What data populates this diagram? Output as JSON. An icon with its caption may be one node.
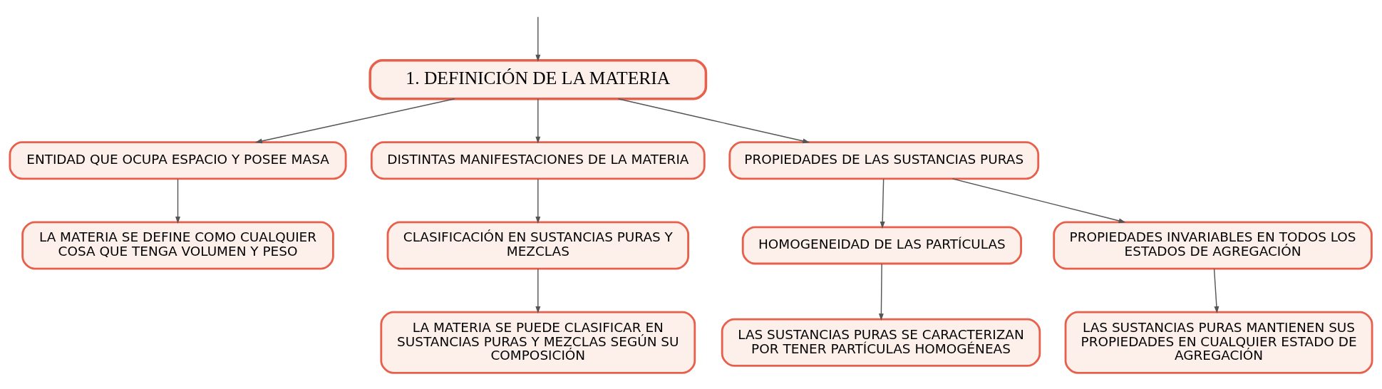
{
  "diagram": {
    "nodes": [
      {
        "text": [
          "1. DEFINICIÓN DE LA MATERIA"
        ]
      },
      {
        "text": [
          "ENTIDAD QUE OCUPA ESPACIO Y POSEE MASA"
        ]
      },
      {
        "text": [
          "LA MATERIA SE DEFINE COMO CUALQUIER COSA QUE TENGA VOLUMEN Y PESO"
        ]
      },
      {
        "text": [
          "DISTINTAS MANIFESTACIONES DE LA MATERIA"
        ]
      },
      {
        "text": [
          "CLASIFICACIÓN EN SUSTANCIAS PURAS Y MEZCLAS"
        ]
      },
      {
        "text": [
          "LA MATERIA SE PUEDE CLASIFICAR EN SUSTANCIAS PURAS Y MEZCLAS SEGÚN SU COMPOSICIÓN"
        ]
      },
      {
        "text": [
          "PROPIEDADES DE LAS SUSTANCIAS PURAS"
        ]
      },
      {
        "text": [
          "HOMOGENEIDAD DE LAS PARTÍCULAS"
        ]
      },
      {
        "text": [
          "LAS SUSTANCIAS PURAS SE CARACTERIZAN POR TENER PARTÍCULAS HOMOGÉNEAS"
        ]
      },
      {
        "text": [
          "PROPIEDADES INVARIABLES EN TODOS LOS ESTADOS DE AGREGACIÓN"
        ]
      },
      {
        "text": [
          "LAS SUSTANCIAS PURAS MANTIENEN SUS PROPIEDADES EN CUALQUIER ESTADO DE AGREGACIÓN"
        ]
      }
    ],
    "edges": [
      {
        "from": null,
        "to": 0,
        "arrow": "to"
      },
      {
        "from": 0,
        "to": 1,
        "arrow": "to"
      },
      {
        "from": 1,
        "to": 2,
        "arrow": "to"
      },
      {
        "from": 0,
        "to": 3,
        "arrow": "to"
      },
      {
        "from": 3,
        "to": 4,
        "arrow": "to"
      },
      {
        "from": 4,
        "to": 5,
        "arrow": "to"
      },
      {
        "from": 0,
        "to": 6,
        "arrow": "to"
      },
      {
        "from": 6,
        "to": 7,
        "arrow": "to"
      },
      {
        "from": 7,
        "to": 8,
        "arrow": "to"
      },
      {
        "from": 6,
        "to": 9,
        "arrow": "to"
      },
      {
        "from": 9,
        "to": 10,
        "arrow": "to"
      }
    ]
  }
}
